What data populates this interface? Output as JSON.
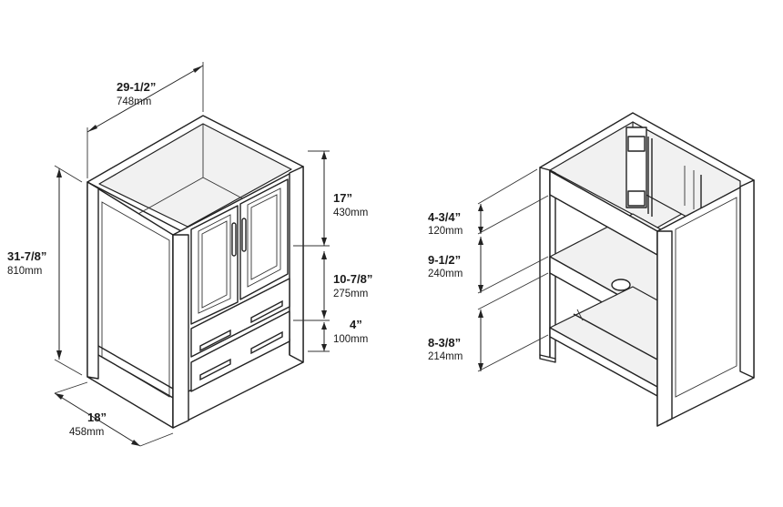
{
  "dimensions": {
    "width": {
      "imperial": "29-1/2”",
      "metric": "748mm"
    },
    "height": {
      "imperial": "31-7/8”",
      "metric": "810mm"
    },
    "depth": {
      "imperial": "18”",
      "metric": "458mm"
    },
    "door_section": {
      "imperial": "17”",
      "metric": "430mm"
    },
    "drawer_section": {
      "imperial": "10-7/8”",
      "metric": "275mm"
    },
    "toe_kick": {
      "imperial": "4”",
      "metric": "100mm"
    },
    "top_rail_gap": {
      "imperial": "4-3/4”",
      "metric": "120mm"
    },
    "middle_shelf_gap": {
      "imperial": "9-1/2”",
      "metric": "240mm"
    },
    "bottom_shelf_gap": {
      "imperial": "8-3/8”",
      "metric": "214mm"
    }
  }
}
